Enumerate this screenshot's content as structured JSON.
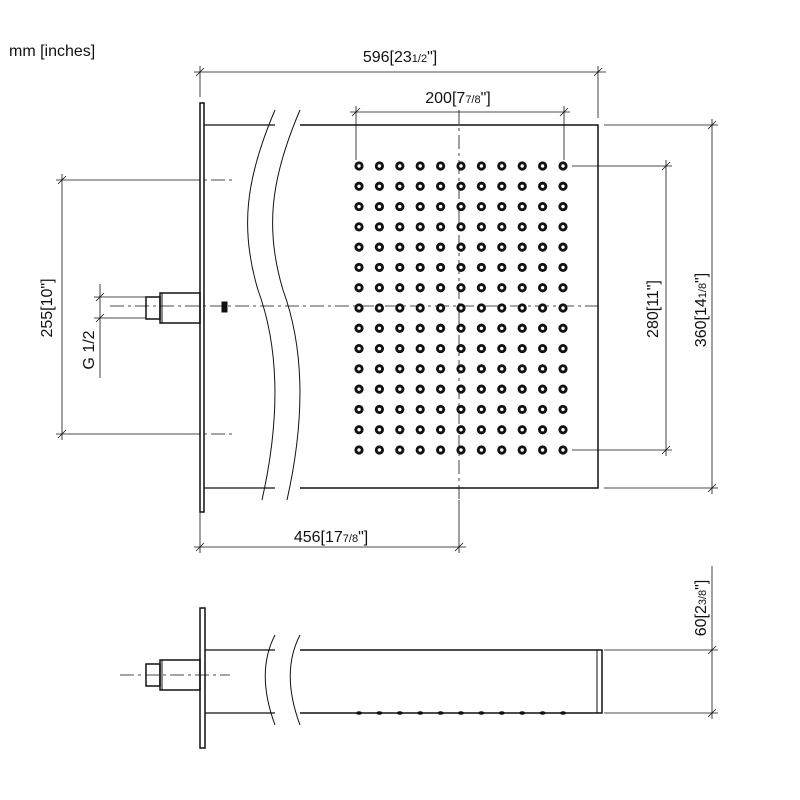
{
  "units_label": "mm [inches]",
  "dimensions": {
    "overall_width": {
      "mm": "596",
      "inch_whole": "23",
      "inch_frac": "1/2"
    },
    "nozzle_span": {
      "mm": "200",
      "inch_whole": "7",
      "inch_frac": "7/8"
    },
    "wall_height": {
      "mm": "255",
      "inch_whole": "10",
      "inch_frac": ""
    },
    "thread": {
      "label": "G 1/2"
    },
    "nozzle_height": {
      "mm": "280",
      "inch_whole": "11",
      "inch_frac": ""
    },
    "head_height": {
      "mm": "360",
      "inch_whole": "14",
      "inch_frac": "1/8"
    },
    "projection": {
      "mm": "456",
      "inch_whole": "17",
      "inch_frac": "7/8"
    },
    "thickness": {
      "mm": "60",
      "inch_whole": "2",
      "inch_frac": "3/8"
    }
  }
}
